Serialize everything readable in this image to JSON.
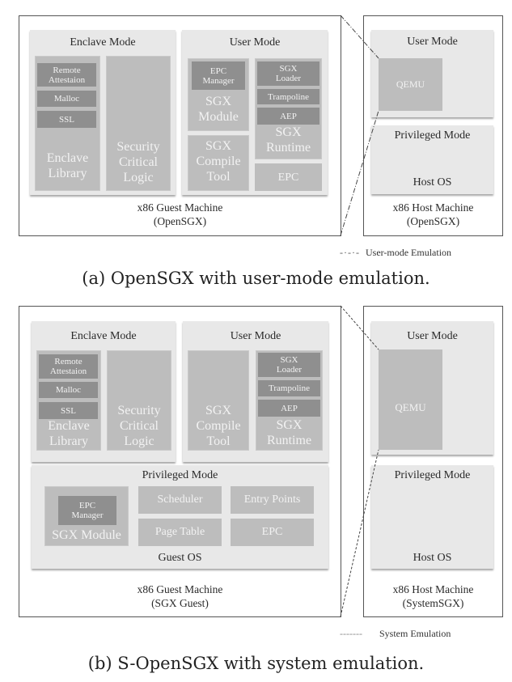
{
  "figure_a": {
    "guest_machine": {
      "enclave_mode": {
        "title": "Enclave Mode",
        "library_items": [
          "Remote Attestaion",
          "Malloc",
          "SSL"
        ],
        "library_label_1": "Enclave",
        "library_label_2": "Library",
        "logic_label_1": "Security",
        "logic_label_2": "Critical",
        "logic_label_3": "Logic"
      },
      "user_mode": {
        "title": "User Mode",
        "epc_manager_1": "EPC",
        "epc_manager_2": "Manager",
        "sgx_module_1": "SGX",
        "sgx_module_2": "Module",
        "compile_tool_1": "SGX",
        "compile_tool_2": "Compile",
        "compile_tool_3": "Tool",
        "runtime_items": [
          "SGX Loader",
          "Trampoline",
          "AEP"
        ],
        "sgx_loader_1": "SGX",
        "sgx_loader_2": "Loader",
        "runtime_1": "SGX",
        "runtime_2": "Runtime",
        "epc": "EPC"
      },
      "label_1": "x86 Guest Machine",
      "label_2": "(OpenSGX)"
    },
    "host_machine": {
      "user_mode_title": "User Mode",
      "qemu": "QEMU",
      "privileged_title": "Privileged Mode",
      "host_os": "Host OS",
      "label_1": "x86 Host Machine",
      "label_2": "(OpenSGX)"
    },
    "legend": {
      "symbol": "-·-·-",
      "label": "User-mode Emulation"
    },
    "caption": "(a) OpenSGX with user-mode emulation."
  },
  "figure_b": {
    "guest_machine": {
      "enclave_mode": {
        "title": "Enclave Mode",
        "library_items": [
          "Remote Attestaion",
          "Malloc",
          "SSL"
        ],
        "library_label_1": "Enclave",
        "library_label_2": "Library",
        "logic_label_1": "Security",
        "logic_label_2": "Critical",
        "logic_label_3": "Logic"
      },
      "user_mode": {
        "title": "User Mode",
        "compile_tool_1": "SGX",
        "compile_tool_2": "Compile",
        "compile_tool_3": "Tool",
        "sgx_loader_1": "SGX",
        "sgx_loader_2": "Loader",
        "trampoline": "Trampoline",
        "aep": "AEP",
        "runtime_1": "SGX",
        "runtime_2": "Runtime"
      },
      "privileged_mode": {
        "title": "Privileged Mode",
        "epc_manager_1": "EPC",
        "epc_manager_2": "Manager",
        "sgx_module": "SGX Module",
        "scheduler": "Scheduler",
        "entry_points": "Entry Points",
        "page_table": "Page Table",
        "epc": "EPC",
        "guest_os": "Guest OS"
      },
      "label_1": "x86 Guest Machine",
      "label_2": "(SGX Guest)"
    },
    "host_machine": {
      "user_mode_title": "User Mode",
      "qemu": "QEMU",
      "privileged_title": "Privileged Mode",
      "host_os": "Host OS",
      "label_1": "x86 Host Machine",
      "label_2": "(SystemSGX)"
    },
    "legend": {
      "symbol": "-------",
      "label": "System Emulation"
    },
    "caption": "(b) S-OpenSGX with system emulation."
  }
}
